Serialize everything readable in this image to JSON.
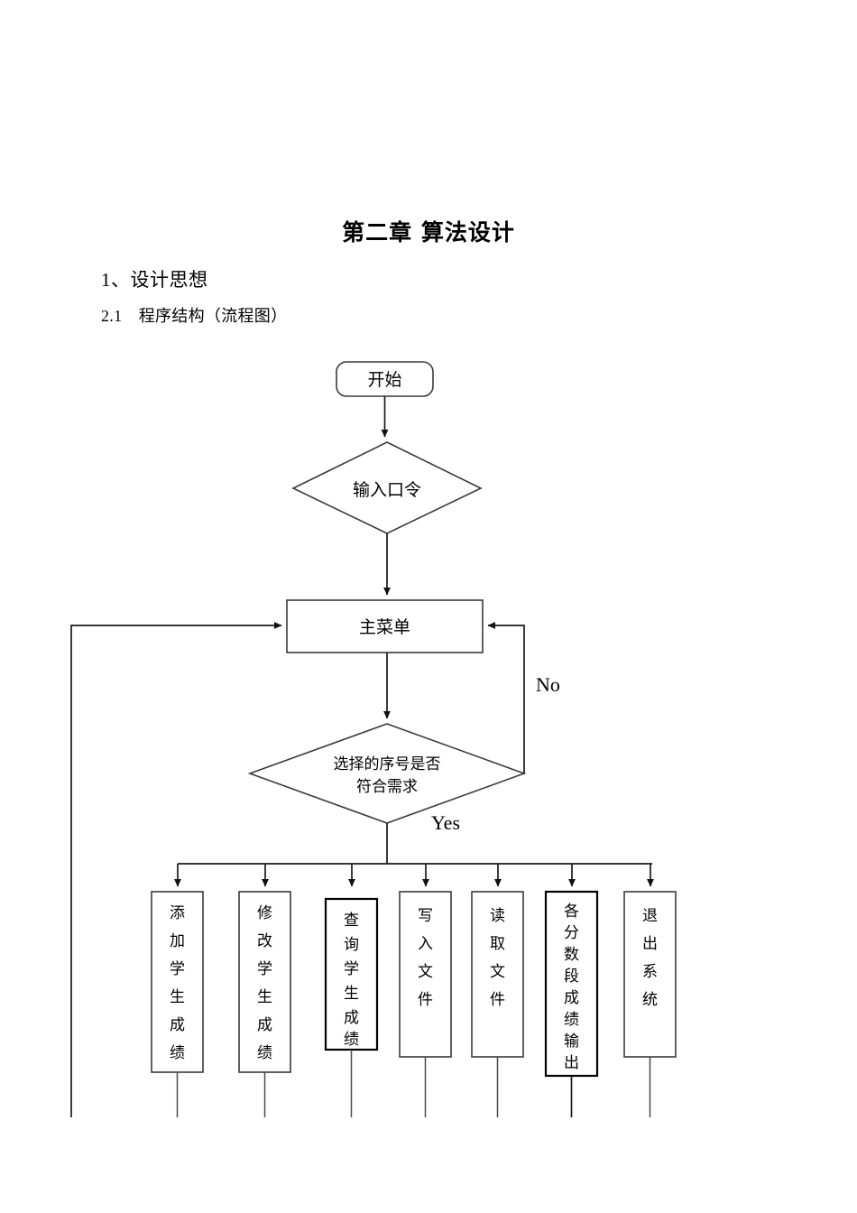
{
  "document": {
    "title": "第二章 算法设计",
    "heading_1": "1、设计思想",
    "heading_2": "2.1　程序结构（流程图）"
  },
  "chart_data": {
    "type": "diagram",
    "diagram_kind": "flowchart",
    "title": "程序结构（流程图）",
    "nodes": [
      {
        "id": "start",
        "label": "开始",
        "shape": "rounded-rectangle"
      },
      {
        "id": "password",
        "label": "输入口令",
        "shape": "diamond"
      },
      {
        "id": "menu",
        "label": "主菜单",
        "shape": "rectangle"
      },
      {
        "id": "check",
        "label": "选择的序号是否\n符合需求",
        "shape": "diamond"
      },
      {
        "id": "op1",
        "label": "添加学生成绩",
        "shape": "rectangle-vertical"
      },
      {
        "id": "op2",
        "label": "修改学生成绩",
        "shape": "rectangle-vertical"
      },
      {
        "id": "op3",
        "label": "查询学生成绩",
        "shape": "rectangle-vertical"
      },
      {
        "id": "op4",
        "label": "写入文件",
        "shape": "rectangle-vertical"
      },
      {
        "id": "op5",
        "label": "读取文件",
        "shape": "rectangle-vertical"
      },
      {
        "id": "op6",
        "label": "各分数段成绩输出",
        "shape": "rectangle-vertical"
      },
      {
        "id": "op7",
        "label": "退出系统",
        "shape": "rectangle-vertical"
      }
    ],
    "edges": [
      {
        "from": "start",
        "to": "password",
        "label": ""
      },
      {
        "from": "password",
        "to": "menu",
        "label": ""
      },
      {
        "from": "menu",
        "to": "check",
        "label": ""
      },
      {
        "from": "check",
        "to": "menu",
        "label": "No"
      },
      {
        "from": "check",
        "to": "op1",
        "label": "Yes"
      },
      {
        "from": "check",
        "to": "op2",
        "label": ""
      },
      {
        "from": "check",
        "to": "op3",
        "label": ""
      },
      {
        "from": "check",
        "to": "op4",
        "label": ""
      },
      {
        "from": "check",
        "to": "op5",
        "label": ""
      },
      {
        "from": "check",
        "to": "op6",
        "label": ""
      },
      {
        "from": "check",
        "to": "op7",
        "label": ""
      },
      {
        "from": "op1",
        "to": "menu",
        "label": ""
      }
    ],
    "branch_labels": {
      "no": "No",
      "yes": "Yes"
    }
  },
  "flow": {
    "start": {
      "label": "开始"
    },
    "password": {
      "label": "输入口令"
    },
    "menu": {
      "label": "主菜单"
    },
    "check": {
      "line1": "选择的序号是否",
      "line2": "符合需求"
    },
    "labels": {
      "no": "No",
      "yes": "Yes"
    },
    "operations": [
      {
        "id": "op1",
        "chars": [
          "添",
          "加",
          "学",
          "生",
          "成",
          "绩"
        ]
      },
      {
        "id": "op2",
        "chars": [
          "修",
          "改",
          "学",
          "生",
          "成",
          "绩"
        ]
      },
      {
        "id": "op3",
        "chars": [
          "查",
          "询",
          "学",
          "生",
          "成",
          "绩"
        ]
      },
      {
        "id": "op4",
        "chars": [
          "写",
          "入",
          "文",
          "件"
        ]
      },
      {
        "id": "op5",
        "chars": [
          "读",
          "取",
          "文",
          "件"
        ]
      },
      {
        "id": "op6",
        "chars": [
          "各",
          "分",
          "数",
          "段",
          "成",
          "绩",
          "输",
          "出"
        ]
      },
      {
        "id": "op7",
        "chars": [
          "退",
          "出",
          "系",
          "统"
        ]
      }
    ]
  }
}
